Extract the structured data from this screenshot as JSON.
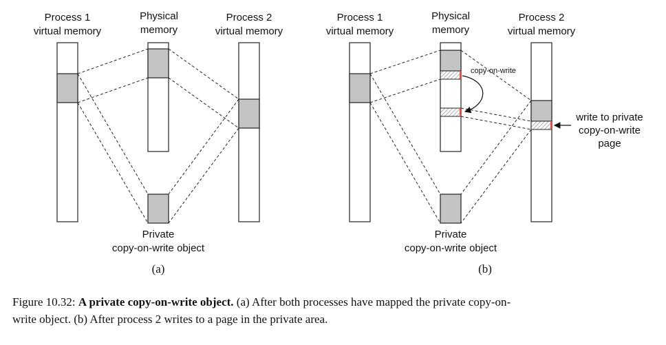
{
  "panel_a": {
    "labels": {
      "proc1_l1": "Process 1",
      "proc1_l2": "virtual memory",
      "phys_l1": "Physical",
      "phys_l2": "memory",
      "proc2_l1": "Process 2",
      "proc2_l2": "virtual memory",
      "object_l1": "Private",
      "object_l2": "copy-on-write object"
    },
    "sublabel": "(a)"
  },
  "panel_b": {
    "labels": {
      "proc1_l1": "Process 1",
      "proc1_l2": "virtual memory",
      "phys_l1": "Physical",
      "phys_l2": "memory",
      "proc2_l1": "Process 2",
      "proc2_l2": "virtual memory",
      "object_l1": "Private",
      "object_l2": "copy-on-write object",
      "cow_arrow": "copy-on-write",
      "write_l1": "write to private",
      "write_l2": "copy-on-write",
      "write_l3": "page"
    },
    "sublabel": "(b)"
  },
  "caption": {
    "prefix": "Figure 10.32: ",
    "title": "A private copy-on-write object.",
    "text_line1": " (a) After both processes have mapped the private copy-on-",
    "text_line2": "write object. (b) After process 2 writes to a page in the private area."
  },
  "colors": {
    "shaded_region": "#c4c4c4",
    "write_marker": "#d9534f"
  }
}
